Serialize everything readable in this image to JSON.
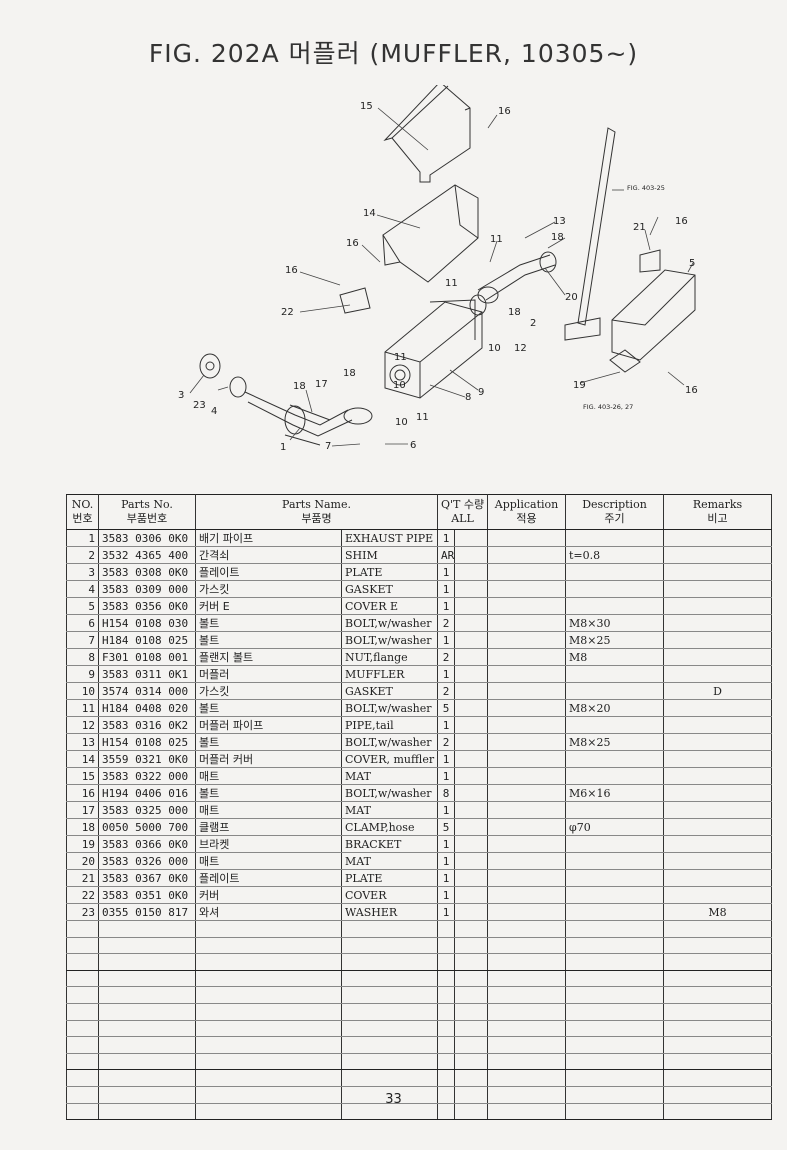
{
  "header": {
    "title": "FIG. 202A 머플러 (MUFFLER, 10305~)"
  },
  "diagram": {
    "callouts": [
      "1",
      "2",
      "3",
      "4",
      "5",
      "6",
      "7",
      "8",
      "9",
      "10",
      "10",
      "10",
      "11",
      "11",
      "11",
      "11",
      "12",
      "13",
      "14",
      "15",
      "16",
      "16",
      "16",
      "16",
      "16",
      "17",
      "18",
      "18",
      "18",
      "18",
      "19",
      "20",
      "21",
      "22",
      "23"
    ],
    "references": [
      "FIG. 403-25",
      "FIG. 403-26, 27"
    ]
  },
  "table": {
    "headers": {
      "no": [
        "NO.",
        "번호"
      ],
      "part_no": [
        "Parts No.",
        "부품번호"
      ],
      "part_name": [
        "Parts Name.",
        "부품명"
      ],
      "qty": [
        "Q'T 수량",
        "ALL"
      ],
      "application": [
        "Application",
        "적용"
      ],
      "description": [
        "Description",
        "주기"
      ],
      "remarks": [
        "Remarks",
        "비고"
      ]
    },
    "rows": [
      {
        "no": "1",
        "part_no": "3583 0306 0K0",
        "name_ko": "배기 파이프",
        "name_en": "EXHAUST PIPE",
        "qty": "1",
        "desc": "",
        "remarks": ""
      },
      {
        "no": "2",
        "part_no": "3532 4365 400",
        "name_ko": "간격쇠",
        "name_en": "SHIM",
        "qty": "AR",
        "desc": "t=0.8",
        "remarks": ""
      },
      {
        "no": "3",
        "part_no": "3583 0308 0K0",
        "name_ko": "플레이트",
        "name_en": "PLATE",
        "qty": "1",
        "desc": "",
        "remarks": ""
      },
      {
        "no": "4",
        "part_no": "3583 0309 000",
        "name_ko": "가스킷",
        "name_en": "GASKET",
        "qty": "1",
        "desc": "",
        "remarks": ""
      },
      {
        "no": "5",
        "part_no": "3583 0356 0K0",
        "name_ko": "커버 E",
        "name_en": "COVER E",
        "qty": "1",
        "desc": "",
        "remarks": ""
      },
      {
        "no": "6",
        "part_no": "H154 0108 030",
        "name_ko": "볼트",
        "name_en": "BOLT,w/washer",
        "qty": "2",
        "desc": "M8×30",
        "remarks": ""
      },
      {
        "no": "7",
        "part_no": "H184 0108 025",
        "name_ko": "볼트",
        "name_en": "BOLT,w/washer",
        "qty": "1",
        "desc": "M8×25",
        "remarks": ""
      },
      {
        "no": "8",
        "part_no": "F301 0108 001",
        "name_ko": "플랜지 볼트",
        "name_en": "NUT,flange",
        "qty": "2",
        "desc": "M8",
        "remarks": ""
      },
      {
        "no": "9",
        "part_no": "3583 0311 0K1",
        "name_ko": "머플러",
        "name_en": "MUFFLER",
        "qty": "1",
        "desc": "",
        "remarks": ""
      },
      {
        "no": "10",
        "part_no": "3574 0314 000",
        "name_ko": "가스킷",
        "name_en": "GASKET",
        "qty": "2",
        "desc": "",
        "remarks": "D"
      },
      {
        "no": "11",
        "part_no": "H184 0408 020",
        "name_ko": "볼트",
        "name_en": "BOLT,w/washer",
        "qty": "5",
        "desc": "M8×20",
        "remarks": ""
      },
      {
        "no": "12",
        "part_no": "3583 0316 0K2",
        "name_ko": "머플러 파이프",
        "name_en": "PIPE,tail",
        "qty": "1",
        "desc": "",
        "remarks": ""
      },
      {
        "no": "13",
        "part_no": "H154 0108 025",
        "name_ko": "볼트",
        "name_en": "BOLT,w/washer",
        "qty": "2",
        "desc": "M8×25",
        "remarks": ""
      },
      {
        "no": "14",
        "part_no": "3559 0321 0K0",
        "name_ko": "머플러 커버",
        "name_en": "COVER, muffler",
        "qty": "1",
        "desc": "",
        "remarks": ""
      },
      {
        "no": "15",
        "part_no": "3583 0322 000",
        "name_ko": "매트",
        "name_en": "MAT",
        "qty": "1",
        "desc": "",
        "remarks": ""
      },
      {
        "no": "16",
        "part_no": "H194 0406 016",
        "name_ko": "볼트",
        "name_en": "BOLT,w/washer",
        "qty": "8",
        "desc": "M6×16",
        "remarks": ""
      },
      {
        "no": "17",
        "part_no": "3583 0325 000",
        "name_ko": "매트",
        "name_en": "MAT",
        "qty": "1",
        "desc": "",
        "remarks": ""
      },
      {
        "no": "18",
        "part_no": "0050 5000 700",
        "name_ko": "클램프",
        "name_en": "CLAMP,hose",
        "qty": "5",
        "desc": "φ70",
        "remarks": ""
      },
      {
        "no": "19",
        "part_no": "3583 0366 0K0",
        "name_ko": "브라켓",
        "name_en": "BRACKET",
        "qty": "1",
        "desc": "",
        "remarks": ""
      },
      {
        "no": "20",
        "part_no": "3583 0326 000",
        "name_ko": "매트",
        "name_en": "MAT",
        "qty": "1",
        "desc": "",
        "remarks": ""
      },
      {
        "no": "21",
        "part_no": "3583 0367 0K0",
        "name_ko": "플레이트",
        "name_en": "PLATE",
        "qty": "1",
        "desc": "",
        "remarks": ""
      },
      {
        "no": "22",
        "part_no": "3583 0351 0K0",
        "name_ko": "커버",
        "name_en": "COVER",
        "qty": "1",
        "desc": "",
        "remarks": ""
      },
      {
        "no": "23",
        "part_no": "0355 0150 817",
        "name_ko": "와셔",
        "name_en": "WASHER",
        "qty": "1",
        "desc": "",
        "remarks": "M8"
      }
    ]
  },
  "footer": {
    "page_number": "33"
  }
}
